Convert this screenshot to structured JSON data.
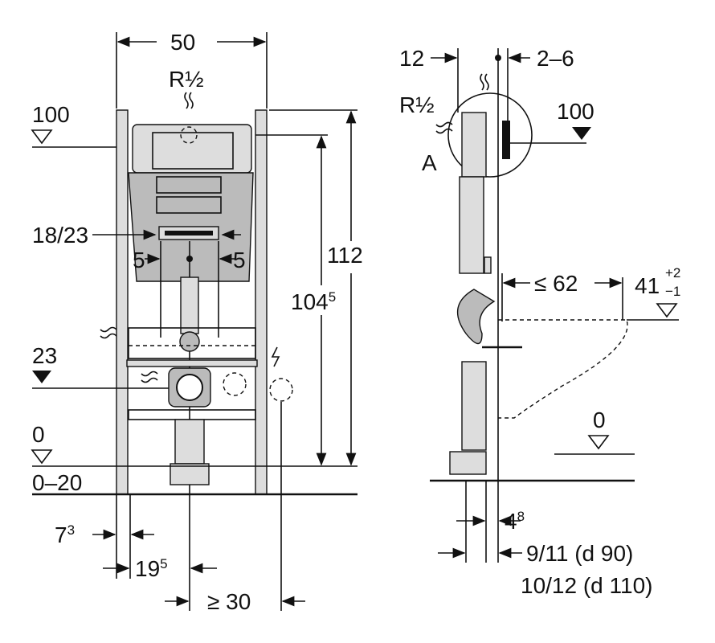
{
  "front_view": {
    "width": "50",
    "thread": "R½",
    "level_top": "100",
    "plate_width": "18/23",
    "offset_left": "5",
    "offset_right": "5",
    "height_total": "112",
    "height_frame": "104",
    "height_frame_sup": "5",
    "level_drain": "23",
    "level_floor": "0",
    "floor_range": "0–20",
    "foot_offset": "7",
    "foot_offset_sup": "3",
    "axis_offset": "19",
    "axis_offset_sup": "5",
    "min_distance": "≥ 30"
  },
  "side_view": {
    "depth_frame": "12",
    "wall_gap": "2–6",
    "thread": "R½",
    "detail_label": "A",
    "level_top": "100",
    "bowl_depth": "≤ 62",
    "bowl_height": "41",
    "bowl_tol_plus": "+2",
    "bowl_tol_minus": "−1",
    "level_floor": "0",
    "pipe_offset": "4",
    "pipe_offset_sup": "8",
    "depth_d90": "9/11 (d 90)",
    "depth_d110": "10/12 (d 110)"
  }
}
